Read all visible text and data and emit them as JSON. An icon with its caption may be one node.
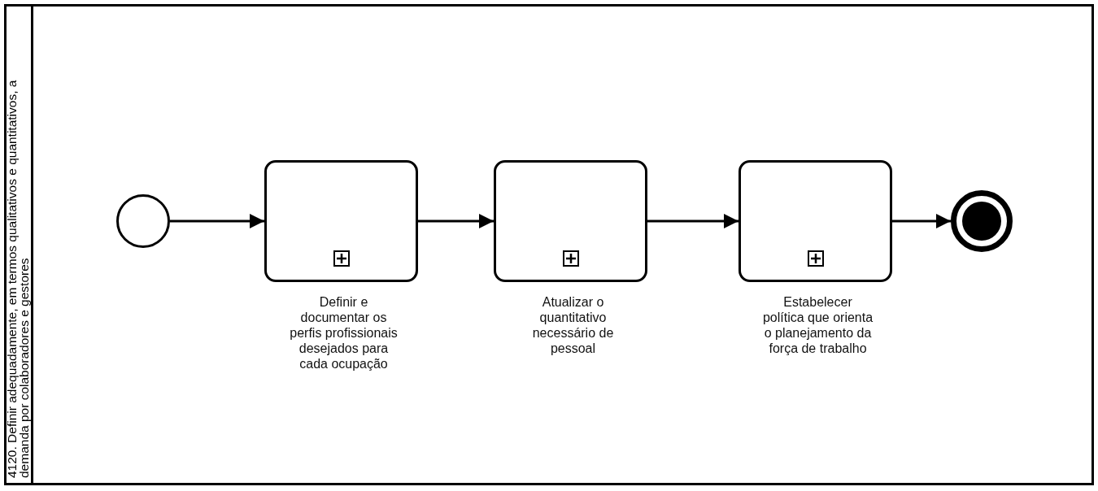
{
  "diagram": {
    "nodes": [
      {
        "text": [
          "4120. Definir adequadamente, em termos qualitativos e quantitativos, a demanda por colaboradores e gestores"
        ]
      },
      {
        "text": [],
        "shape": "circle",
        "in": 0
      },
      {
        "text": [
          "Definir e documentar os perfis profissionais desejados para cada ocupação"
        ],
        "in": 0
      },
      {
        "text": [
          "Atualizar o quantitativo necessário de pessoal"
        ],
        "in": 0
      },
      {
        "text": [
          "Estabelecer política que orienta o planejamento da força de trabalho"
        ],
        "in": 0
      },
      {
        "text": [],
        "shape": "circle",
        "in": 0
      }
    ],
    "edges": [
      {
        "from": 1,
        "to": 2,
        "arrow": "to"
      },
      {
        "from": 2,
        "to": 3,
        "arrow": "to"
      },
      {
        "from": 3,
        "to": 4,
        "arrow": "to"
      },
      {
        "from": 4,
        "to": 5,
        "arrow": "to"
      }
    ]
  }
}
